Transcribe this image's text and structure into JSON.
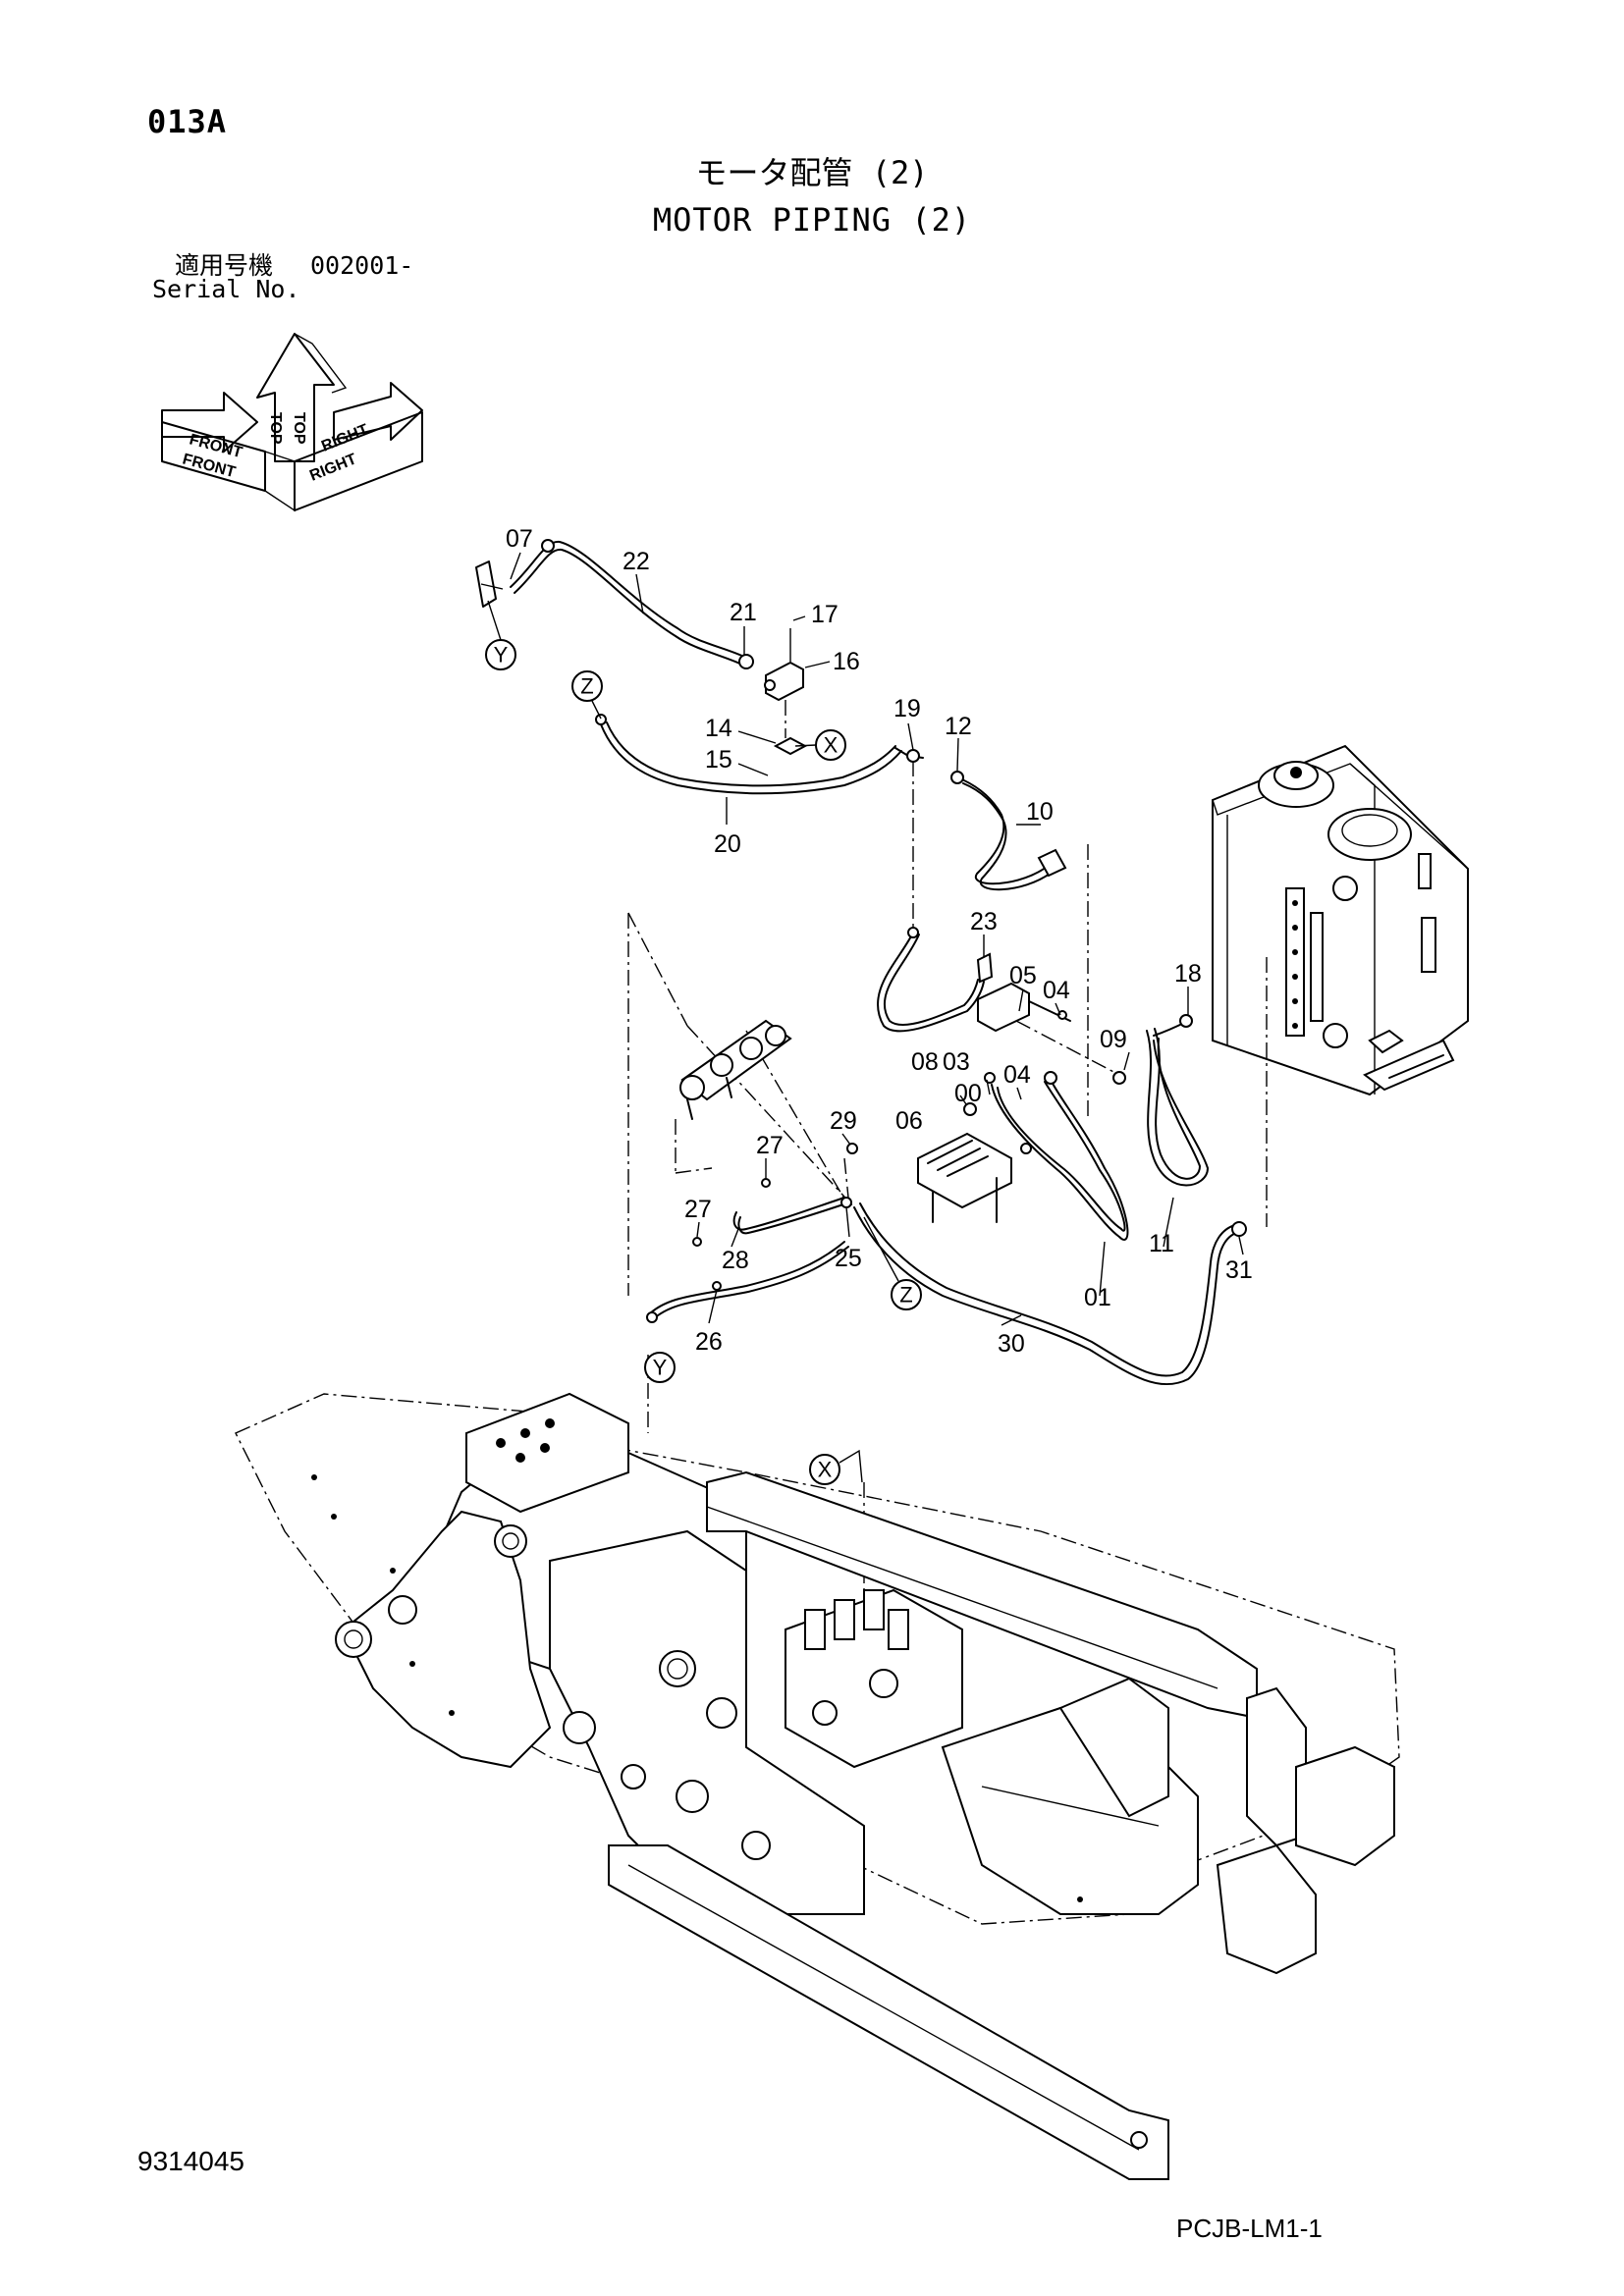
{
  "page_code": "013A",
  "title_jp": "モータ配管 (2)",
  "title_en": "MOTOR PIPING (2)",
  "serial": {
    "label_jp": "適用号機",
    "value": "002001-",
    "label_en": "Serial No."
  },
  "orientation": {
    "front": "FRONT",
    "top": "TOP",
    "right": "RIGHT"
  },
  "view_refs": {
    "x": "X",
    "y": "Y",
    "z": "Z"
  },
  "callouts": [
    "07",
    "22",
    "21",
    "17",
    "16",
    "14",
    "15",
    "20",
    "19",
    "12",
    "10",
    "23",
    "05",
    "04",
    "18",
    "08",
    "03",
    "09",
    "00",
    "04",
    "06",
    "29",
    "27",
    "27",
    "28",
    "25",
    "26",
    "30",
    "01",
    "11",
    "31"
  ],
  "doc_number": "9314045",
  "sheet_code": "PCJB-LM1-1"
}
